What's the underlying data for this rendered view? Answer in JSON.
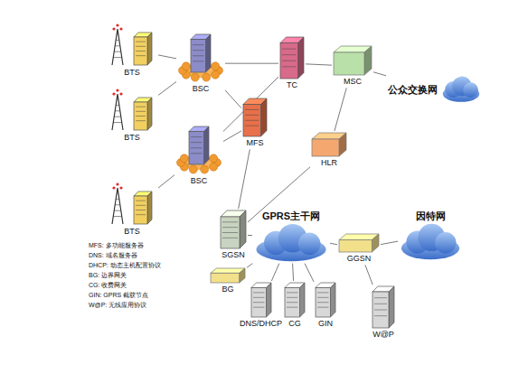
{
  "diagram": {
    "nodes": [
      {
        "text": [
          "BTS"
        ]
      },
      {
        "text": [
          "BTS"
        ]
      },
      {
        "text": [
          "BTS"
        ]
      },
      {
        "text": [
          "BSC"
        ]
      },
      {
        "text": [
          "BSC"
        ]
      },
      {
        "text": [
          "TC"
        ]
      },
      {
        "text": [
          "MSC"
        ]
      },
      {
        "text": [
          "公众交换网"
        ]
      },
      {
        "text": [
          "MFS"
        ]
      },
      {
        "text": [
          "HLR"
        ]
      },
      {
        "text": [
          "SGSN"
        ]
      },
      {
        "text": [
          "GPRS主干网"
        ]
      },
      {
        "text": [
          "因特网"
        ]
      },
      {
        "text": [
          "GGSN"
        ]
      },
      {
        "text": [
          "BG"
        ]
      },
      {
        "text": [
          "DNS/DHCP"
        ]
      },
      {
        "text": [
          "CG"
        ]
      },
      {
        "text": [
          "GIN"
        ]
      },
      {
        "text": [
          "W@P"
        ]
      }
    ],
    "edges": [
      {
        "from": 0,
        "to": 3,
        "arrow": "none"
      },
      {
        "from": 1,
        "to": 3,
        "arrow": "none"
      },
      {
        "from": 2,
        "to": 4,
        "arrow": "none"
      },
      {
        "from": 3,
        "to": 5,
        "arrow": "none"
      },
      {
        "from": 3,
        "to": 8,
        "arrow": "none"
      },
      {
        "from": 4,
        "to": 5,
        "arrow": "none"
      },
      {
        "from": 4,
        "to": 8,
        "arrow": "none"
      },
      {
        "from": 5,
        "to": 6,
        "arrow": "none"
      },
      {
        "from": 6,
        "to": 7,
        "arrow": "none"
      },
      {
        "from": 6,
        "to": 9,
        "arrow": "none"
      },
      {
        "from": 8,
        "to": 10,
        "arrow": "none"
      },
      {
        "from": 9,
        "to": 10,
        "arrow": "none"
      },
      {
        "from": 10,
        "to": 11,
        "arrow": "none"
      },
      {
        "from": 11,
        "to": 13,
        "arrow": "none"
      },
      {
        "from": 13,
        "to": 12,
        "arrow": "none"
      },
      {
        "from": 13,
        "to": 18,
        "arrow": "none"
      },
      {
        "from": 14,
        "to": 11,
        "arrow": "none"
      },
      {
        "from": 15,
        "to": 11,
        "arrow": "none"
      },
      {
        "from": 16,
        "to": 11,
        "arrow": "none"
      },
      {
        "from": 17,
        "to": 11,
        "arrow": "none"
      }
    ],
    "labels": [
      "MFS: 多功能服务器",
      "DNS: 域名服务器",
      "DHCP: 动态主机配置协议",
      "BG: 边界网关",
      "CG: 收费网关",
      "GIN: GPRS 截获节点",
      "W@P: 无线应用协议"
    ]
  }
}
